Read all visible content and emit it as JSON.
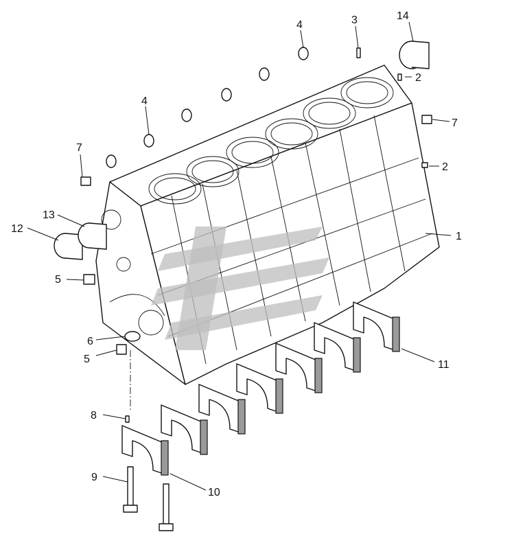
{
  "figure": {
    "callouts": [
      {
        "id": "c1",
        "label": "1"
      },
      {
        "id": "c2a",
        "label": "2"
      },
      {
        "id": "c2b",
        "label": "2"
      },
      {
        "id": "c3",
        "label": "3"
      },
      {
        "id": "c4a",
        "label": "4"
      },
      {
        "id": "c4b",
        "label": "4"
      },
      {
        "id": "c5a",
        "label": "5"
      },
      {
        "id": "c5b",
        "label": "5"
      },
      {
        "id": "c6",
        "label": "6"
      },
      {
        "id": "c7a",
        "label": "7"
      },
      {
        "id": "c7b",
        "label": "7"
      },
      {
        "id": "c8",
        "label": "8"
      },
      {
        "id": "c9",
        "label": "9"
      },
      {
        "id": "c10",
        "label": "10"
      },
      {
        "id": "c11",
        "label": "11"
      },
      {
        "id": "c12",
        "label": "12"
      },
      {
        "id": "c13",
        "label": "13"
      },
      {
        "id": "c14",
        "label": "14"
      }
    ]
  },
  "colors": {
    "line": "#111111",
    "watermark": "#bdbdbd",
    "background": "#ffffff"
  }
}
